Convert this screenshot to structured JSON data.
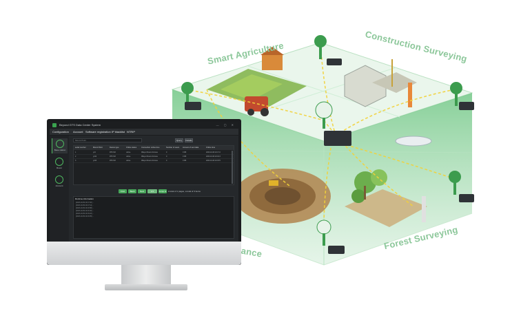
{
  "labels": {
    "agriculture": "Smart Agriculture",
    "construction": "Construction Surveying",
    "forest": "Forest Surveying",
    "guidance": "idance"
  },
  "colors": {
    "accent": "#4fb860",
    "cube": "#5bbf72",
    "label": "#8cc79a"
  },
  "software": {
    "title": "Beyond GTS Data Center System",
    "menu": [
      "Configuration",
      "Account",
      "Software registration",
      "IP blacklist",
      "NTRIP"
    ],
    "sidebar": [
      {
        "label": "Base station",
        "icon": "satellite-icon"
      },
      {
        "label": "Rover",
        "icon": "rover-icon"
      },
      {
        "label": "Account",
        "icon": "account-icon"
      }
    ],
    "search_placeholder": "Mount Point",
    "query_label": "Query",
    "details_label": "Details",
    "table": {
      "columns": [
        "serial number",
        "Mount Point",
        "Device type",
        "Online status",
        "Connection online time",
        "Number of users",
        "Amount of sent data",
        "Online time"
      ],
      "rows": [
        [
          "1",
          "yzd",
          "RTK M3",
          "online",
          "0Days 0hours 0minute",
          "0",
          "0 KB",
          "2023-10-09 10:17:2"
        ],
        [
          "2",
          "yzd2",
          "RTK M3",
          "online",
          "0Days 0hours 0minute",
          "0",
          "0 KB",
          "2023-10-09 10:16:3"
        ],
        [
          "3",
          "yzd3",
          "RTK M3",
          "online",
          "0Days 0hours 0minute",
          "0",
          "0 KB",
          "2023-10-09 10:15:5"
        ]
      ]
    },
    "pager": {
      "first": "First",
      "prev": "Back",
      "next": "Next",
      "page": "1/1",
      "go": "Jump to",
      "summary": "A total of 1 pages, a total of 3 items"
    },
    "run_header": "Runtime information",
    "log_lines": [
      "[2023-10-09 10:17:20] ...",
      "[2023-10-09 10:17:11] ...",
      "[2023-10-09 10:16:58] ...",
      "[2023-10-09 10:16:40] ...",
      "[2023-10-09 10:16:22] ...",
      "[2023-10-09 10:16:05] ..."
    ]
  }
}
